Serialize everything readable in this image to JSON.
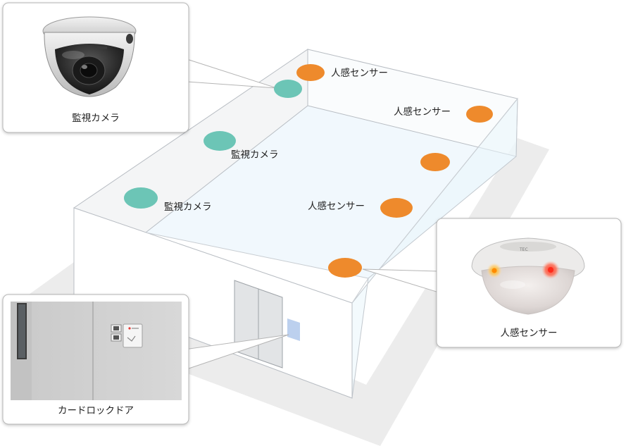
{
  "labels": {
    "camera": "監視カメラ",
    "sensor": "人感センサー",
    "card_lock": "カードロックドア"
  },
  "panels": {
    "camera": {
      "caption": "監視カメラ"
    },
    "sensor": {
      "caption": "人感センサー"
    },
    "door": {
      "caption": "カードロックドア"
    }
  },
  "colors": {
    "camera_marker": "#6cc5b6",
    "sensor_marker": "#ee8a2c",
    "floor": "#f1f8fd",
    "shadow": "#e9e9e9"
  }
}
